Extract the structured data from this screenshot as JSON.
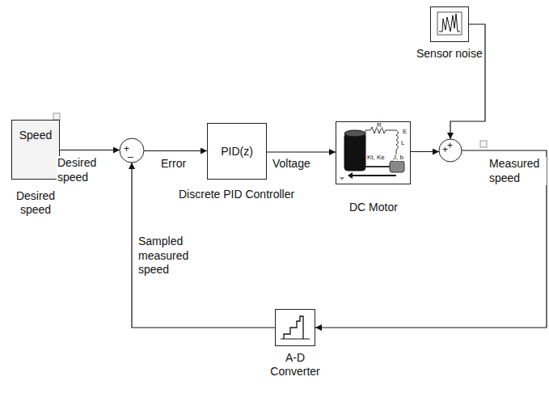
{
  "diagram": {
    "nodes": [
      {
        "text": [
          "Speed",
          "Desired speed"
        ]
      },
      {
        "text": [
          "+",
          "_"
        ]
      },
      {
        "text": [
          "PID(z)",
          "Discrete PID Controller"
        ]
      },
      {
        "text": [
          "DC Motor"
        ]
      },
      {
        "text": [
          "+",
          "+"
        ]
      },
      {
        "text": [
          "Sensor noise"
        ]
      },
      {
        "text": [
          "A-D Converter"
        ]
      }
    ],
    "edges": [
      {
        "from": 0,
        "to": 1,
        "arrow": "to",
        "label": "Desired speed"
      },
      {
        "from": 1,
        "to": 2,
        "arrow": "to",
        "label": "Error"
      },
      {
        "from": 2,
        "to": 3,
        "arrow": "to",
        "label": "Voltage"
      },
      {
        "from": 3,
        "to": 4,
        "arrow": "to"
      },
      {
        "from": 5,
        "to": 4,
        "arrow": "to"
      },
      {
        "from": 4,
        "to": 6,
        "arrow": "to",
        "label": "Measured speed"
      },
      {
        "from": 6,
        "to": 1,
        "arrow": "to",
        "label": "Sampled measured speed"
      }
    ],
    "labels": [
      "R",
      "L",
      "E",
      "Kt, Ke",
      "J, b"
    ]
  }
}
